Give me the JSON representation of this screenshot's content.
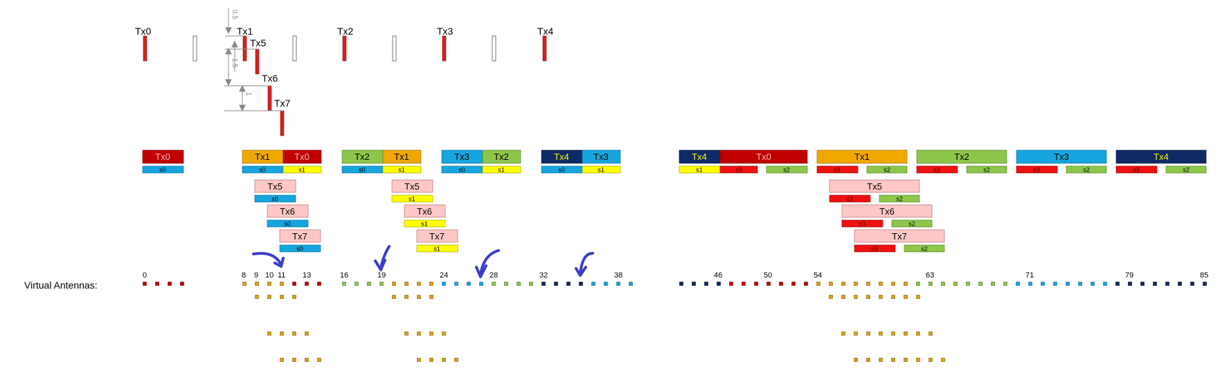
{
  "row_label": "Virtual Antennas:",
  "colors": {
    "red": "#d52121",
    "dark_red": "#c00000",
    "orange": "#f0a800",
    "green": "#8dc64b",
    "blue": "#16a5de",
    "navy": "#0e2b66",
    "pink": "#ffc7c7",
    "yellow": "#ffff00",
    "s3_red": "#ee1111",
    "s2_green": "#8dc64b",
    "dot_gold": "#d9a21b",
    "annotation": "#3d3dc8"
  },
  "top_arrays": {
    "tx_labels": [
      "Tx0",
      "Tx1",
      "Tx5",
      "Tx6",
      "Tx7",
      "Tx2",
      "Tx3",
      "Tx4"
    ],
    "spacing_labels": [
      "0.5",
      "1.5",
      "1"
    ]
  },
  "blocks": {
    "g1": {
      "a": "Tx0",
      "s": "s0"
    },
    "g2": {
      "a": "Tx1",
      "b": "Tx0",
      "sa": "s0",
      "sb": "s1"
    },
    "g3": {
      "a": "Tx2",
      "b": "Tx1",
      "sa": "s0",
      "sb": "s1"
    },
    "g4": {
      "a": "Tx3",
      "b": "Tx2",
      "sa": "s0",
      "sb": "s1"
    },
    "g5": {
      "a": "Tx4",
      "b": "Tx3",
      "sa": "s0",
      "sb": "s1"
    },
    "sub_left": [
      {
        "tx": "Tx5",
        "s": "s0"
      },
      {
        "tx": "Tx6",
        "s": "s0"
      },
      {
        "tx": "Tx7",
        "s": "s0"
      }
    ],
    "sub_mid": [
      {
        "tx": "Tx5",
        "s": "s1"
      },
      {
        "tx": "Tx6",
        "s": "s1"
      },
      {
        "tx": "Tx7",
        "s": "s1"
      }
    ],
    "right_tx4_left": {
      "a": "Tx4",
      "b": "Tx0",
      "sa": "s1",
      "sb": "s3",
      "sc": "s2"
    },
    "right_groups": [
      {
        "tx": "Tx1",
        "sa": "s3",
        "sb": "s2"
      },
      {
        "tx": "Tx2",
        "sa": "s3",
        "sb": "s2"
      },
      {
        "tx": "Tx3",
        "sa": "s3",
        "sb": "s2"
      },
      {
        "tx": "Tx4",
        "sa": "s3",
        "sb": "s2"
      }
    ],
    "sub_right": [
      {
        "tx": "Tx5",
        "sa": "s3",
        "sb": "s2"
      },
      {
        "tx": "Tx6",
        "sa": "s3",
        "sb": "s2"
      },
      {
        "tx": "Tx7",
        "sa": "s3",
        "sb": "s2"
      }
    ]
  },
  "antenna_numbers": [
    "0",
    "8",
    "9",
    "10",
    "11",
    "13",
    "16",
    "19",
    "24",
    "28",
    "32",
    "38",
    "46",
    "50",
    "54",
    "63",
    "71",
    "79",
    "85"
  ]
}
